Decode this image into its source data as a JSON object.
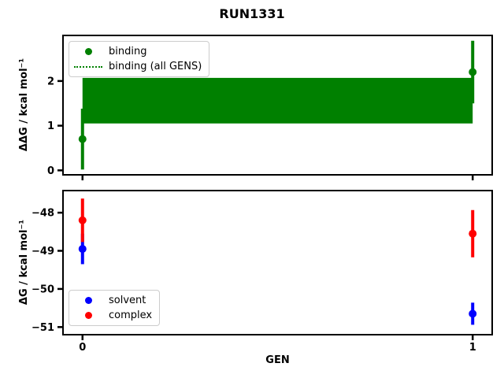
{
  "figure": {
    "title": "RUN1331",
    "xlabel": "GEN",
    "background": "#ffffff",
    "spine_color": "#000000",
    "text_color": "#000000"
  },
  "chart_data": [
    {
      "type": "scatter",
      "name": "binding-free-energy-plot",
      "ylabel": "ΔΔG / kcal mol⁻¹",
      "xlabel": "GEN",
      "xlim": [
        -0.05,
        1.05
      ],
      "ylim": [
        -0.1,
        3.02
      ],
      "grid": false,
      "xticks": [
        0,
        1
      ],
      "xticklabels": [
        "0",
        "1"
      ],
      "xticklabels_visible": false,
      "yticks": [
        0,
        1,
        2
      ],
      "yticklabels": [
        "0",
        "1",
        "2"
      ],
      "series": [
        {
          "name": "binding",
          "color": "#008000",
          "marker": "circle",
          "x": [
            0,
            1
          ],
          "y": [
            0.7,
            2.2
          ],
          "yerr": [
            0.68,
            0.7
          ]
        }
      ],
      "band": {
        "name": "binding (all GENS)",
        "color": "#008000",
        "linestyle": "dotted",
        "x": [
          0,
          1
        ],
        "lo": 1.05,
        "hi": 2.07,
        "center": 1.56
      },
      "legend": {
        "position": "upper left",
        "items": [
          {
            "label": "binding",
            "handle": "dot",
            "color": "#008000"
          },
          {
            "label": "binding (all GENS)",
            "handle": "dotted-line",
            "color": "#008000"
          }
        ]
      }
    },
    {
      "type": "scatter",
      "name": "component-free-energy-plot",
      "ylabel": "ΔG / kcal mol⁻¹",
      "xlabel": "GEN",
      "xlim": [
        -0.05,
        1.05
      ],
      "ylim": [
        -51.2,
        -47.42
      ],
      "grid": false,
      "xticks": [
        0,
        1
      ],
      "xticklabels": [
        "0",
        "1"
      ],
      "xticklabels_visible": true,
      "yticks": [
        -48,
        -49,
        -50,
        -51
      ],
      "yticklabels": [
        "−48",
        "−49",
        "−50",
        "−51"
      ],
      "series": [
        {
          "name": "solvent",
          "color": "#0000ff",
          "marker": "circle",
          "x": [
            0,
            1
          ],
          "y": [
            -48.95,
            -50.65
          ],
          "yerr": [
            0.4,
            0.29
          ]
        },
        {
          "name": "complex",
          "color": "#ff0000",
          "marker": "circle",
          "x": [
            0,
            1
          ],
          "y": [
            -48.2,
            -48.55
          ],
          "yerr": [
            0.57,
            0.62
          ]
        }
      ],
      "legend": {
        "position": "lower left",
        "items": [
          {
            "label": "solvent",
            "handle": "dot",
            "color": "#0000ff"
          },
          {
            "label": "complex",
            "handle": "dot",
            "color": "#ff0000"
          }
        ]
      }
    }
  ]
}
